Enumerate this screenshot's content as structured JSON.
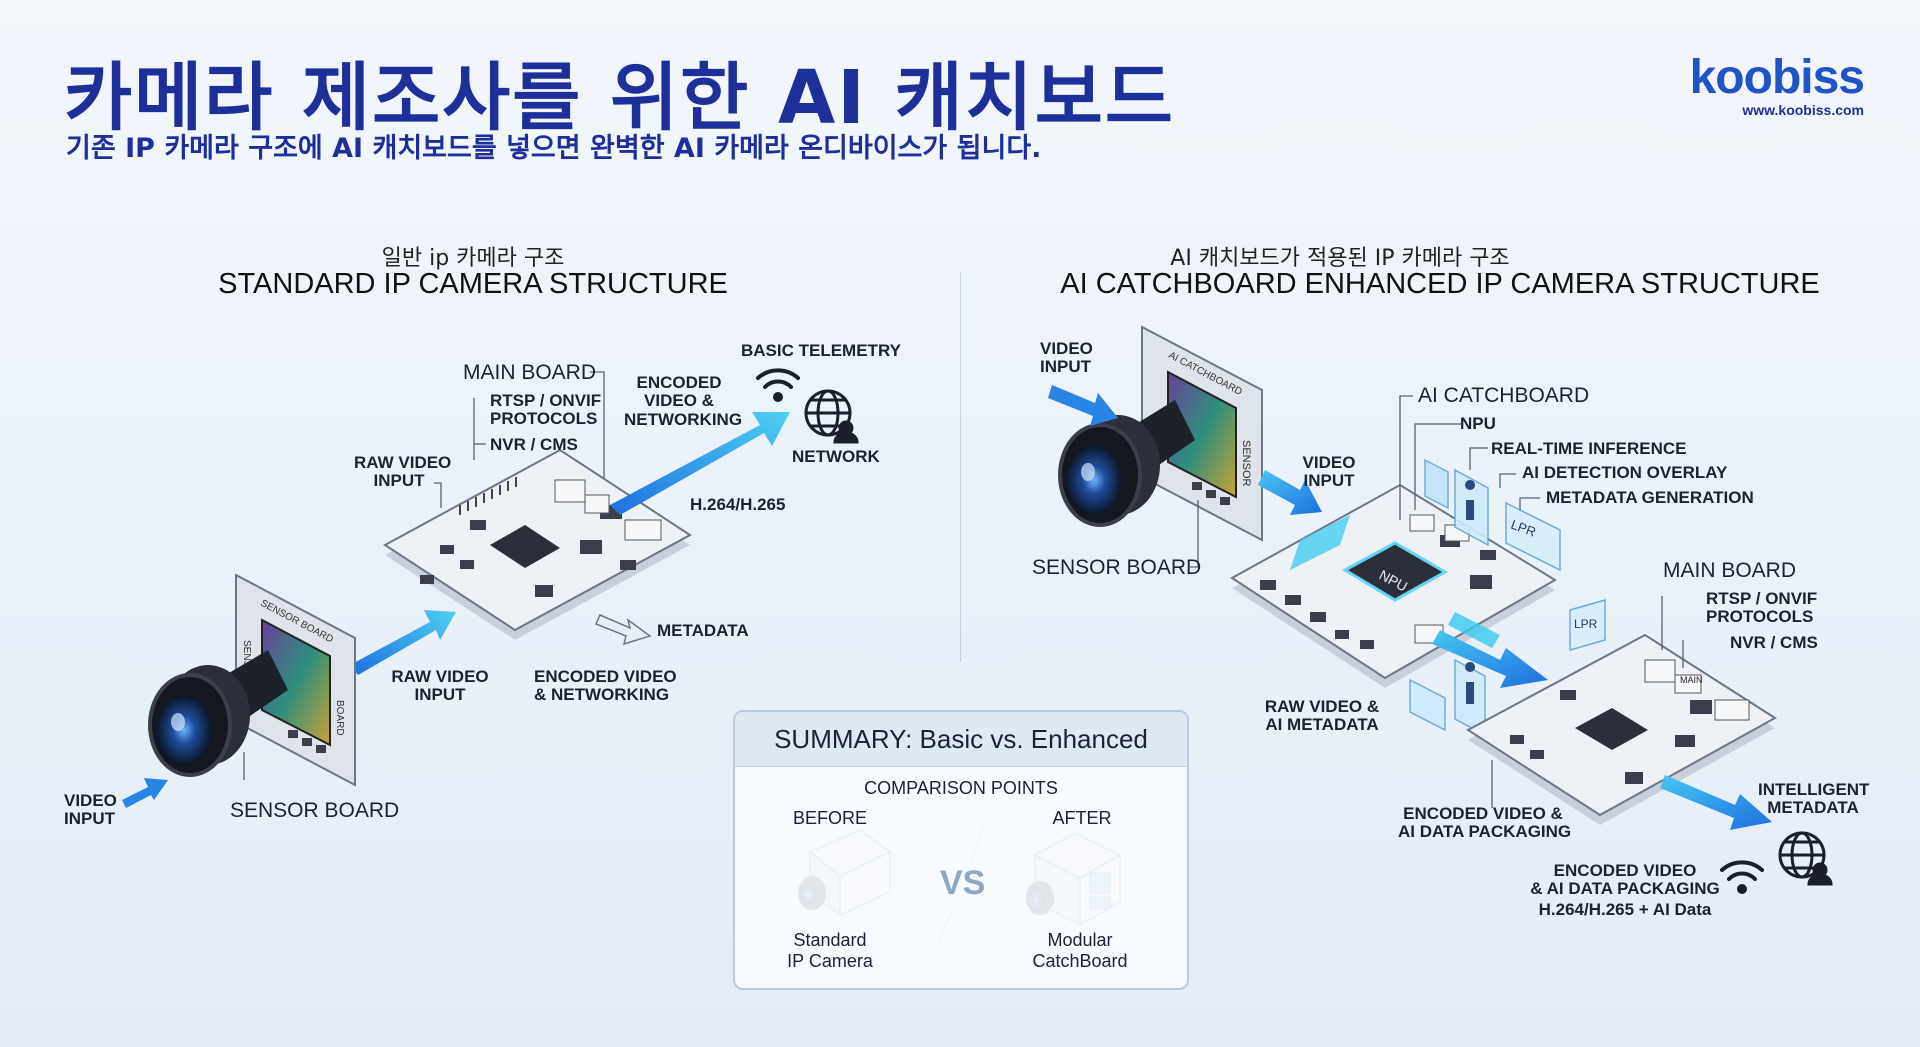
{
  "header": {
    "title": "카메라 제조사를 위한 AI 캐치보드",
    "subtitle": "기존 IP 카메라 구조에 AI 캐치보드를 넣으면 완벽한 AI 카메라 온디바이스가 됩니다."
  },
  "logo": {
    "name": "koobiss",
    "url": "www.koobiss.com"
  },
  "left": {
    "title_ko": "일반 ip 카메라 구조",
    "title_en": "STANDARD IP CAMERA STRUCTURE",
    "labels": {
      "main_board": "MAIN BOARD",
      "rtsp_line1": "RTSP / ONVIF",
      "rtsp_line2": "PROTOCOLS",
      "nvr": "NVR / CMS",
      "raw_video_top_1": "RAW VIDEO",
      "raw_video_top_2": "INPUT",
      "encoded_1": "ENCODED",
      "encoded_2": "VIDEO &",
      "encoded_3": "NETWORKING",
      "basic_telemetry": "BASIC TELEMETRY",
      "network": "NETWORK",
      "codec": "H.264/H.265",
      "metadata": "METADATA",
      "raw_video_bottom_1": "RAW VIDEO",
      "raw_video_bottom_2": "INPUT",
      "encoded_bottom_1": "ENCODED VIDEO",
      "encoded_bottom_2": "& NETWORKING",
      "video_input_1": "VIDEO",
      "video_input_2": "INPUT",
      "sensor_board": "SENSOR BOARD",
      "sensor_chip_1": "SENSOR BOARD",
      "sensor_chip_2": "BOARD",
      "sensor_chip_3": "SENSOR"
    }
  },
  "right": {
    "title_ko": "AI 캐치보드가 적용된 IP 카메라 구조",
    "title_en": "AI CATCHBOARD ENHANCED  IP CAMERA STRUCTURE",
    "labels": {
      "video_input_1": "VIDEO",
      "video_input_2": "INPUT",
      "ai_catchboard": "AI CATCHBOARD",
      "npu": "NPU",
      "realtime": "REAL-TIME INFERENCE",
      "overlay": "AI DETECTION OVERLAY",
      "metagen": "METADATA GENERATION",
      "video_input_mid_1": "VIDEO",
      "video_input_mid_2": "INPUT",
      "sensor_board": "SENSOR BOARD",
      "main_board": "MAIN BOARD",
      "rtsp_line1": "RTSP / ONVIF",
      "rtsp_line2": "PROTOCOLS",
      "nvr": "NVR / CMS",
      "raw_ai_1": "RAW VIDEO &",
      "raw_ai_2": "AI METADATA",
      "encoded_pack_1": "ENCODED VIDEO &",
      "encoded_pack_2": "AI DATA PACKAGING",
      "intelligent_1": "INTELLIGENT",
      "intelligent_2": "METADATA",
      "bottom_1": "ENCODED VIDEO",
      "bottom_2": "& AI DATA PACKAGING",
      "bottom_3": "H.264/H.265 + AI Data",
      "chip_npu": "NPU",
      "chip_lpr": "LPR",
      "chip_lpr2": "LPR",
      "chip_catchboard": "AI CATCHBOARD",
      "chip_sensor": "SENSOR",
      "chip_main": "MAIN"
    }
  },
  "summary": {
    "title": "SUMMARY: Basic vs. Enhanced",
    "points": "COMPARISON POINTS",
    "before": "BEFORE",
    "after": "AFTER",
    "vs": "VS",
    "before_1": "Standard",
    "before_2": "IP Camera",
    "after_1": "Modular",
    "after_2": "CatchBoard"
  },
  "colors": {
    "title": "#1e2f9a",
    "accent": "#1e54c8",
    "arrow": "#2a84e6",
    "board": "#eef1f5",
    "chip": "#2b2f3a"
  }
}
